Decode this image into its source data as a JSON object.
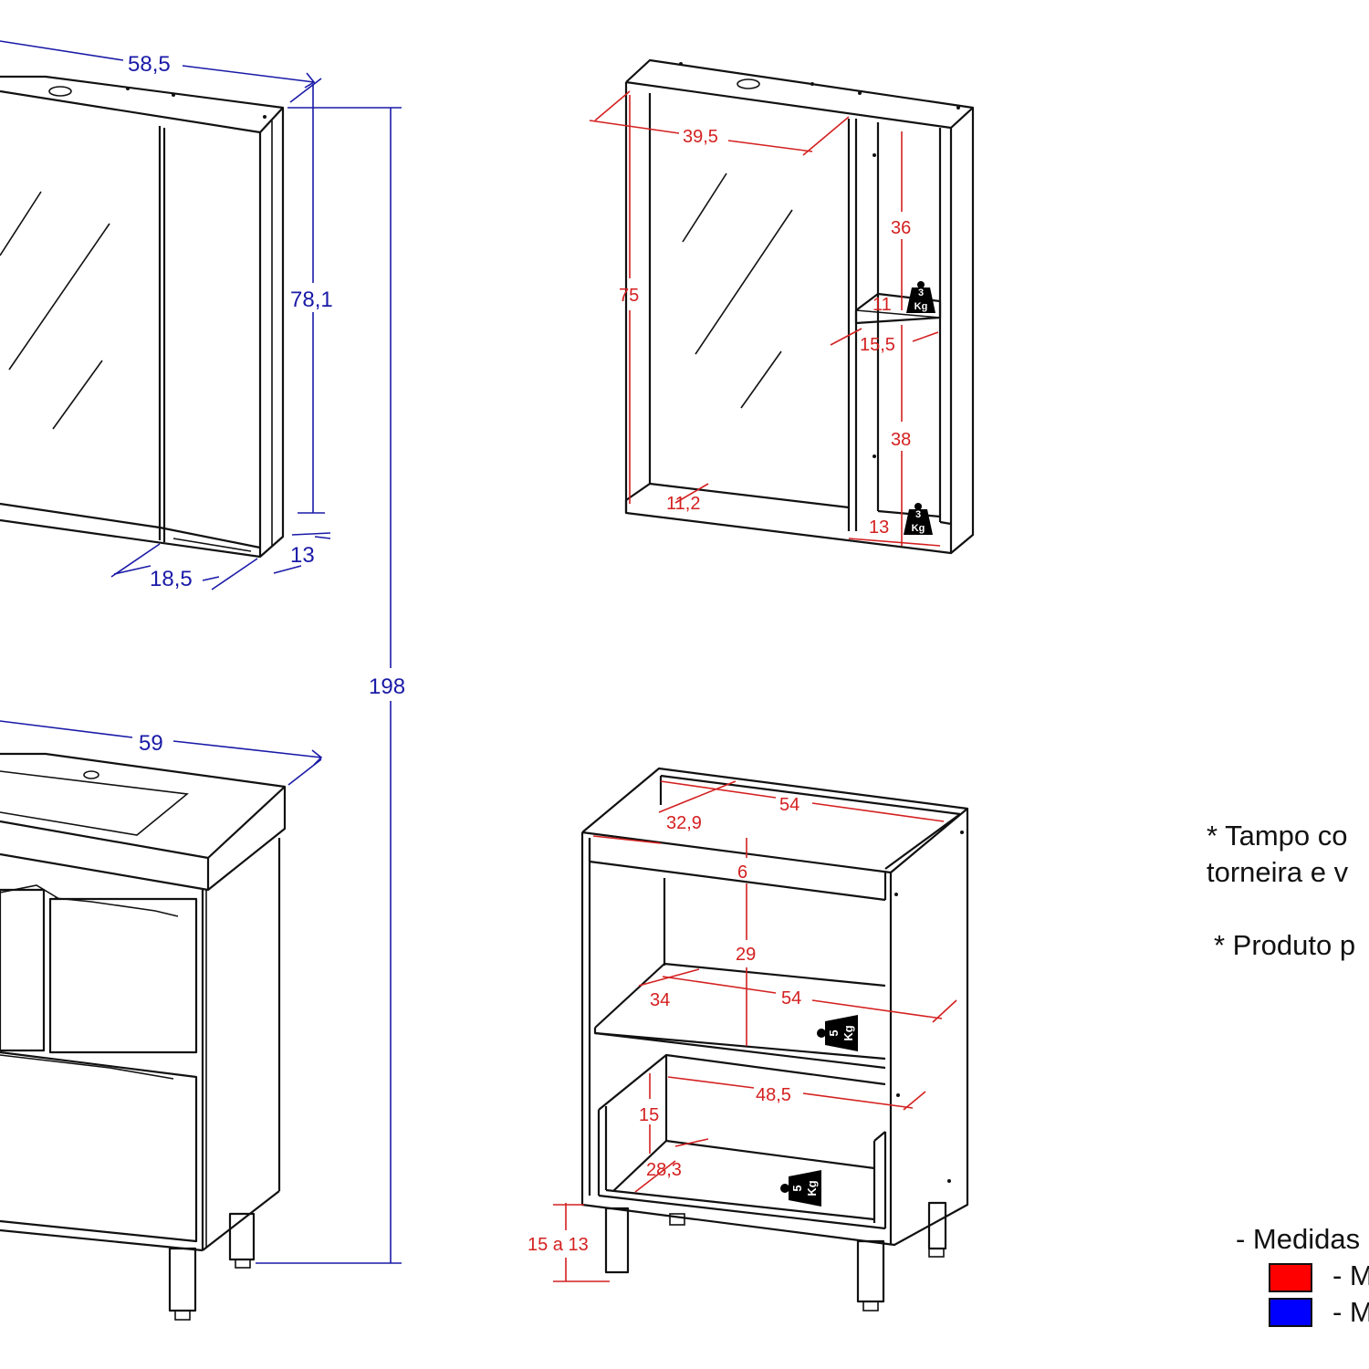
{
  "mirror_cabinet_dims": {
    "width": "58,5",
    "height": "78,1",
    "depth": "13",
    "door_width": "18,5"
  },
  "total_height": "198",
  "vanity_dims": {
    "width": "59"
  },
  "mirror_internal_dims": {
    "opening_width": "39,5",
    "opening_height": "75",
    "upper_niche": "36",
    "shelf_depth": "11",
    "shelf_width": "15,5",
    "lower_niche": "38",
    "bottom_depth": "11,2",
    "niche_depth": "13"
  },
  "vanity_internal_dims": {
    "top_width": "54",
    "top_depth": "32,9",
    "top_gap": "6",
    "upper_opening": "29",
    "shelf_depth": "34",
    "shelf_width": "54",
    "drawer_width": "48,5",
    "drawer_height": "15",
    "drawer_depth": "28,3",
    "foot_height": "15 a 13"
  },
  "load_labels": {
    "mirror_upper": {
      "value": "3",
      "unit": "Kg"
    },
    "mirror_lower": {
      "value": "3",
      "unit": "Kg"
    },
    "vanity_shelf": {
      "value": "5",
      "unit": "Kg"
    },
    "vanity_drawer": {
      "value": "5",
      "unit": "Kg"
    }
  },
  "notes": {
    "line1": "* Tampo co",
    "line2": "torneira e v",
    "line3": "* Produto p"
  },
  "legend": {
    "title": "- Medidas",
    "items": [
      {
        "label": "- M",
        "color": "#ff0000"
      },
      {
        "label": "- M",
        "color": "#0000ff"
      }
    ]
  },
  "colors": {
    "external_dims": "#1a1aa8",
    "internal_dims": "#d42020"
  }
}
